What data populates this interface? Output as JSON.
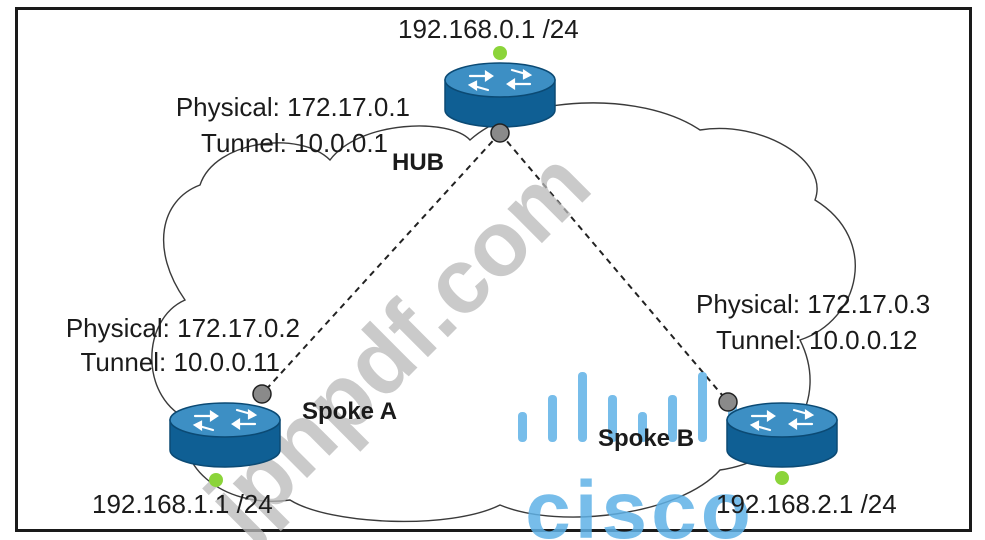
{
  "hub": {
    "name": "HUB",
    "lan_ip": "192.168.0.1 /24",
    "physical": "Physical: 172.17.0.1",
    "tunnel": "Tunnel: 10.0.0.1"
  },
  "spoke_a": {
    "name": "Spoke A",
    "lan_ip": "192.168.1.1 /24",
    "physical": "Physical: 172.17.0.2",
    "tunnel": "Tunnel: 10.0.0.11"
  },
  "spoke_b": {
    "name": "Spoke B",
    "lan_ip": "192.168.2.1 /24",
    "physical": "Physical: 172.17.0.3",
    "tunnel": "Tunnel: 10.0.0.12"
  },
  "watermark": {
    "site": "jpnpdf.com",
    "brand": "cisco"
  },
  "colors": {
    "router_top": "#3d8fc4",
    "router_side": "#0f5f94",
    "lan_dot": "#8bd43a",
    "tunnel_dot": "#8a8a8a",
    "watermark_grey": "#b8b8b8",
    "cisco_blue": "#5fb1e6"
  },
  "icons": [
    "router-icon",
    "cloud-icon"
  ]
}
